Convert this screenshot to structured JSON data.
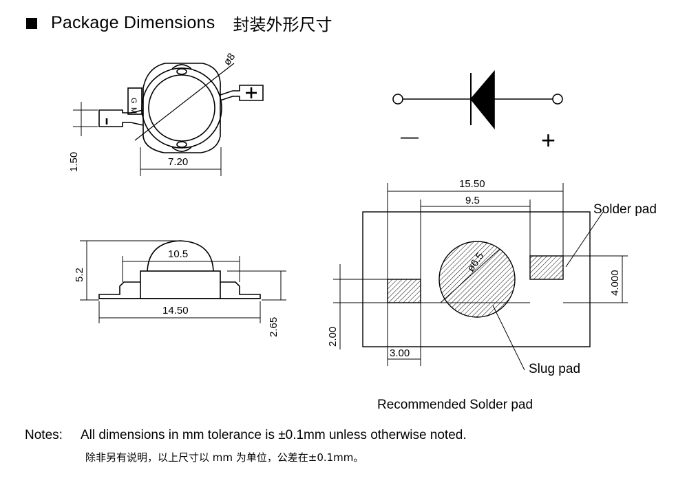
{
  "header": {
    "title": "Package Dimensions",
    "title_cn": "封装外形尺寸"
  },
  "top_view": {
    "dim_diameter": "ø8",
    "dim_height": "1.50",
    "dim_width": "7.20",
    "marking_g": "G",
    "marking_m": "M"
  },
  "side_view": {
    "dim_height": "5.2",
    "dim_lens": "10.5",
    "dim_length": "14.50",
    "dim_body": "2.65"
  },
  "symbol": {
    "minus": "—",
    "plus": "+"
  },
  "footprint": {
    "dim_total": "15.50",
    "dim_inner": "9.5",
    "dim_slug": "ø6.5",
    "dim_pad_height_right": "4.000",
    "dim_pad_height_left": "2.00",
    "dim_pad_width": "3.00",
    "label_solder_pad": "Solder pad",
    "label_slug_pad": "Slug pad",
    "caption": "Recommended Solder pad"
  },
  "notes": {
    "label": "Notes:",
    "text": "All dimensions in mm tolerance is ±0.1mm unless otherwise noted.",
    "text_cn": "除非另有说明，以上尺寸以 mm 为单位，公差在±0.1mm。"
  }
}
